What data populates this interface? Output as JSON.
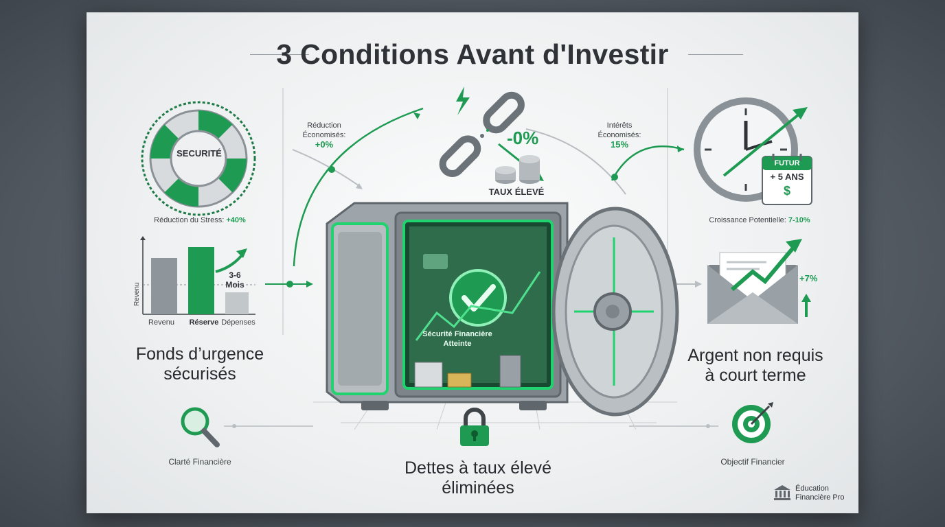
{
  "title": "3 Conditions Avant d'Investir",
  "left": {
    "lifebuoy_label": "SECURITÉ",
    "stress_label": "Réduction du Stress:",
    "stress_value": "+40%",
    "chart": {
      "ylabel": "Revenu",
      "categories": [
        "Revenu",
        "Réserve",
        "Dépenses"
      ],
      "annotation_line1": "3-6",
      "annotation_line2": "Mois"
    },
    "heading_line1": "Fonds d’urgence",
    "heading_line2": "sécurisés",
    "footer_label": "Clarté Financière"
  },
  "center": {
    "reduction_line1": "Réduction",
    "reduction_line2": "Économisés:",
    "reduction_value": "+0%",
    "interets_line1": "Intérêts",
    "interets_line2": "Économisés:",
    "interets_value": "15%",
    "debt_value": "-0%",
    "taux_label": "TAUX ÉLEVÉ",
    "safe_text_line1": "Sécurité Financière",
    "safe_text_line2": "Atteinte",
    "heading_line1": "Dettes à taux élevé",
    "heading_line2": "éliminées"
  },
  "right": {
    "calendar_top": "FUTUR",
    "calendar_value": "+ 5 ANS",
    "calendar_symbol": "$",
    "growth_label": "Croissance Potentielle:",
    "growth_value": "7-10%",
    "envelope_value": "+7%",
    "heading_line1": "Argent non requis",
    "heading_line2": "à court terme",
    "footer_label": "Objectif Financier"
  },
  "brand": {
    "line1": "Éducation",
    "line2": "Financière Pro"
  },
  "colors": {
    "accent": "#1e9a52",
    "dark": "#2f3338",
    "metal": "#8a9197"
  }
}
